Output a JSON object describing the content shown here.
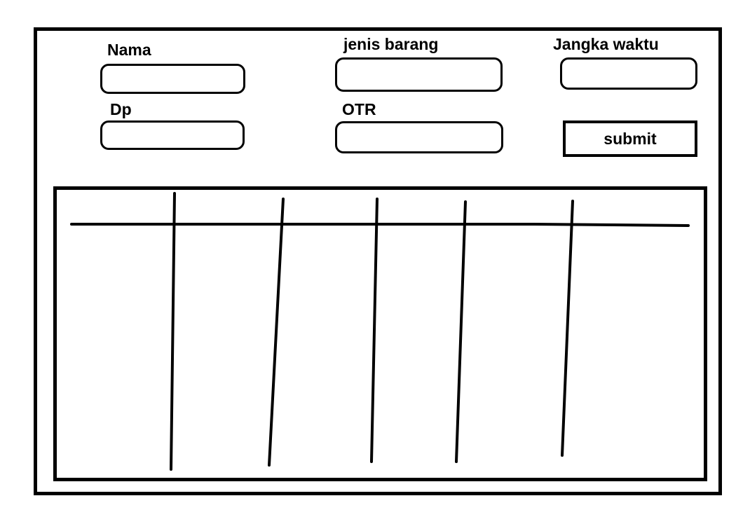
{
  "form": {
    "nama": {
      "label": "Nama",
      "value": ""
    },
    "jenis_barang": {
      "label": "jenis barang",
      "value": ""
    },
    "jangka_waktu": {
      "label": "Jangka waktu",
      "value": ""
    },
    "dp": {
      "label": "Dp",
      "value": ""
    },
    "otr": {
      "label": "OTR",
      "value": ""
    },
    "submit_label": "submit"
  },
  "table": {
    "column_count": 6,
    "rows": []
  },
  "colors": {
    "ink": "#000000",
    "background": "#ffffff"
  }
}
